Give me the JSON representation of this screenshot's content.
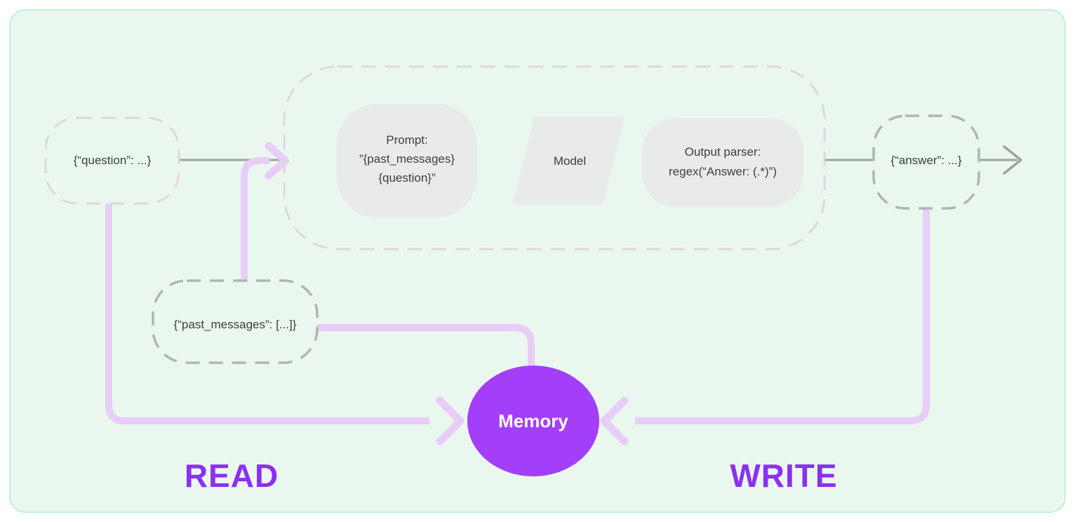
{
  "canvas": {
    "background": "#ffffff",
    "card_fill": "#eaf7ef",
    "card_border": "#bff2d1"
  },
  "colors": {
    "accent_purple": "#8b30f0",
    "memory_fill": "#a33ff8",
    "memory_text": "#ffffff",
    "lavender_link": "#e8cdf8",
    "gray_link": "#9ea39f",
    "shape_fill": "#e9ebea",
    "shape_text": "#3b403d",
    "dash_light": "#ded7dd",
    "dash_gray": "#afb6b2"
  },
  "nodes": {
    "question": {
      "label": "{“question”: ...}"
    },
    "past_messages": {
      "label": "{“past_messages”: [...]}"
    },
    "answer": {
      "label": "{“answer”: ...}"
    },
    "memory": {
      "label": "Memory"
    }
  },
  "chain": {
    "prompt": {
      "lines": [
        "Prompt:",
        "”{past_messages}",
        "{question}”"
      ]
    },
    "model": {
      "label": "Model"
    },
    "output_parser": {
      "lines": [
        "Output parser:",
        "regex(“Answer: (.*)”)"
      ]
    }
  },
  "labels": {
    "read": "READ",
    "write": "WRITE"
  }
}
